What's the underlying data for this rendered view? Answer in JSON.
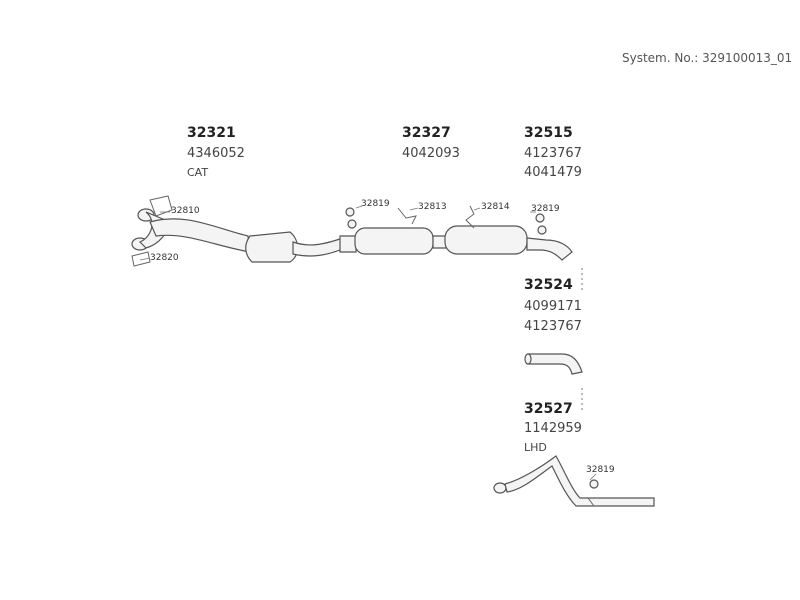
{
  "system_number": "System. No.: 329100013_01",
  "assemblies": [
    {
      "part_no": "32321",
      "refs": [
        "4346052"
      ],
      "note": "CAT"
    },
    {
      "part_no": "32327",
      "refs": [
        "4042093"
      ],
      "note": ""
    },
    {
      "part_no": "32515",
      "refs": [
        "4123767",
        "4041479"
      ],
      "note": ""
    },
    {
      "part_no": "32524",
      "refs": [
        "4099171",
        "4123767"
      ],
      "note": ""
    },
    {
      "part_no": "32527",
      "refs": [
        "1142959"
      ],
      "note": "LHD"
    }
  ],
  "small_parts": [
    {
      "part_no": "32810"
    },
    {
      "part_no": "32820"
    },
    {
      "part_no": "32819"
    },
    {
      "part_no": "32813"
    },
    {
      "part_no": "32814"
    },
    {
      "part_no": "32819"
    },
    {
      "part_no": "32819"
    }
  ]
}
